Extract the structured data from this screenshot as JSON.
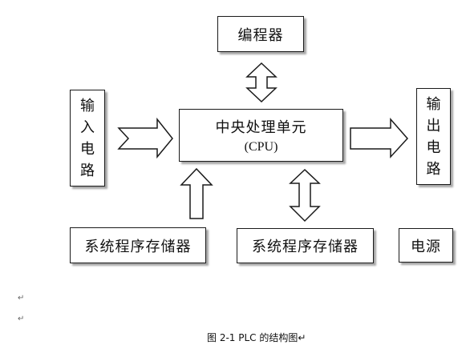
{
  "diagram": {
    "programmer": "编程器",
    "input_circuit": [
      "输",
      "入",
      "电",
      "路"
    ],
    "output_circuit": [
      "输",
      "出",
      "电",
      "路"
    ],
    "cpu": {
      "line1": "中央处理单元",
      "line2": "(CPU)"
    },
    "storage_left": "系统程序存储器",
    "storage_right": "系统程序存储器",
    "power": "电源"
  },
  "para_mark": "↵",
  "caption": "图 2-1  PLC 的结构图↵"
}
